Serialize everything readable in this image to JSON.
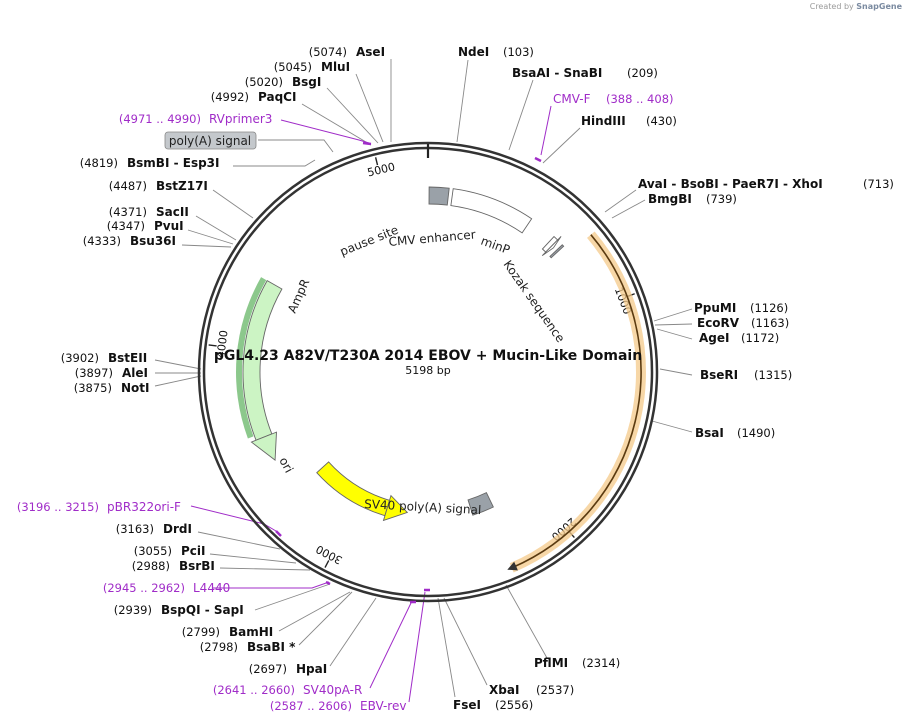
{
  "plasmid": {
    "name": "pGL4.23 A82V/T230A 2014 EBOV + Mucin-Like Domain",
    "length_label": "5198 bp",
    "length_bp": 5198
  },
  "creator": {
    "prefix": "Created by",
    "brand": "SnapGene"
  },
  "ticks": [
    {
      "bp": 1000,
      "label": "1000"
    },
    {
      "bp": 2000,
      "label": "2000"
    },
    {
      "bp": 3000,
      "label": "3000"
    },
    {
      "bp": 4000,
      "label": "4000"
    },
    {
      "bp": 5000,
      "label": "5000"
    }
  ],
  "features": [
    {
      "name": "AmpR",
      "start": 3466,
      "end": 4326,
      "strand": -1,
      "color": "#ccf4c4",
      "ring": "outer"
    },
    {
      "name": "ori",
      "start": 2720,
      "end": 3290,
      "strand": -1,
      "color": "#ffff00",
      "ring": "inner"
    },
    {
      "name": "CMV enhancer",
      "start": 113,
      "end": 492,
      "strand": 0,
      "color": "#ffffff",
      "ring": "outer"
    },
    {
      "name": "pause site",
      "start": 5,
      "end": 95,
      "strand": 0,
      "color": "#9aa1a8",
      "ring": "outer"
    },
    {
      "name": "minP",
      "start": 620,
      "end": 654,
      "strand": 1,
      "color": "#ffffff",
      "ring": "outer"
    },
    {
      "name": "Kozak sequence",
      "start": 672,
      "end": 681,
      "strand": 0,
      "color": "#9aa1a8",
      "ring": "outer"
    },
    {
      "name": "SV40 poly(A) signal",
      "start": 2226,
      "end": 2348,
      "strand": 0,
      "color": "#9aa1a8",
      "ring": "inner"
    },
    {
      "name": "poly(A) signal",
      "start": 4962,
      "end": 5010,
      "strand": 0,
      "color": "#9aa1a8"
    }
  ],
  "orf_arc": {
    "start": 720,
    "end": 2265,
    "color": "#f4c98a"
  },
  "sites": [
    {
      "name": "AseI",
      "pos": "(5074)",
      "side": "left"
    },
    {
      "name": "MluI",
      "pos": "(5045)",
      "side": "left"
    },
    {
      "name": "BsgI",
      "pos": "(5020)",
      "side": "left"
    },
    {
      "name": "PaqCI",
      "pos": "(4992)",
      "side": "left"
    },
    {
      "name": "BsmBI - Esp3I",
      "pos": "(4819)",
      "side": "left"
    },
    {
      "name": "BstZ17I",
      "pos": "(4487)",
      "side": "left"
    },
    {
      "name": "SacII",
      "pos": "(4371)",
      "side": "left"
    },
    {
      "name": "PvuI",
      "pos": "(4347)",
      "side": "left"
    },
    {
      "name": "Bsu36I",
      "pos": "(4333)",
      "side": "left"
    },
    {
      "name": "BstEII",
      "pos": "(3902)",
      "side": "left"
    },
    {
      "name": "AleI",
      "pos": "(3897)",
      "side": "left"
    },
    {
      "name": "NotI",
      "pos": "(3875)",
      "side": "left"
    },
    {
      "name": "DrdI",
      "pos": "(3163)",
      "side": "left"
    },
    {
      "name": "PciI",
      "pos": "(3055)",
      "side": "left"
    },
    {
      "name": "BsrBI",
      "pos": "(2988)",
      "side": "left"
    },
    {
      "name": "BspQI - SapI",
      "pos": "(2939)",
      "side": "left"
    },
    {
      "name": "BamHI",
      "pos": "(2799)",
      "side": "left"
    },
    {
      "name": "BsaBI *",
      "pos": "(2798)",
      "side": "left"
    },
    {
      "name": "HpaI",
      "pos": "(2697)",
      "side": "left"
    },
    {
      "name": "FseI",
      "pos": "(2556)",
      "side": "right"
    },
    {
      "name": "XbaI",
      "pos": "(2537)",
      "side": "right"
    },
    {
      "name": "PflMI",
      "pos": "(2314)",
      "side": "right"
    },
    {
      "name": "BsaI",
      "pos": "(1490)",
      "side": "right"
    },
    {
      "name": "BseRI",
      "pos": "(1315)",
      "side": "right"
    },
    {
      "name": "AgeI",
      "pos": "(1172)",
      "side": "right"
    },
    {
      "name": "EcoRV",
      "pos": "(1163)",
      "side": "right"
    },
    {
      "name": "PpuMI",
      "pos": "(1126)",
      "side": "right"
    },
    {
      "name": "BmgBI",
      "pos": "(739)",
      "side": "right"
    },
    {
      "name": "AvaI - BsoBI - PaeR7I - XhoI",
      "pos": "(713)",
      "side": "right"
    },
    {
      "name": "HindIII",
      "pos": "(430)",
      "side": "right"
    },
    {
      "name": "BsaAI - SnaBI",
      "pos": "(209)",
      "side": "right"
    },
    {
      "name": "NdeI",
      "pos": "(103)",
      "side": "right"
    }
  ],
  "primers": [
    {
      "name": "RVprimer3",
      "range": "(4971 .. 4990)"
    },
    {
      "name": "pBR322ori-F",
      "range": "(3196 .. 3215)"
    },
    {
      "name": "L4440",
      "range": "(2945 .. 2962)"
    },
    {
      "name": "SV40pA-R",
      "range": "(2641 .. 2660)"
    },
    {
      "name": "EBV-rev",
      "range": "(2587 .. 2606)"
    },
    {
      "name": "CMV-F",
      "range": "(388 .. 408)"
    }
  ]
}
